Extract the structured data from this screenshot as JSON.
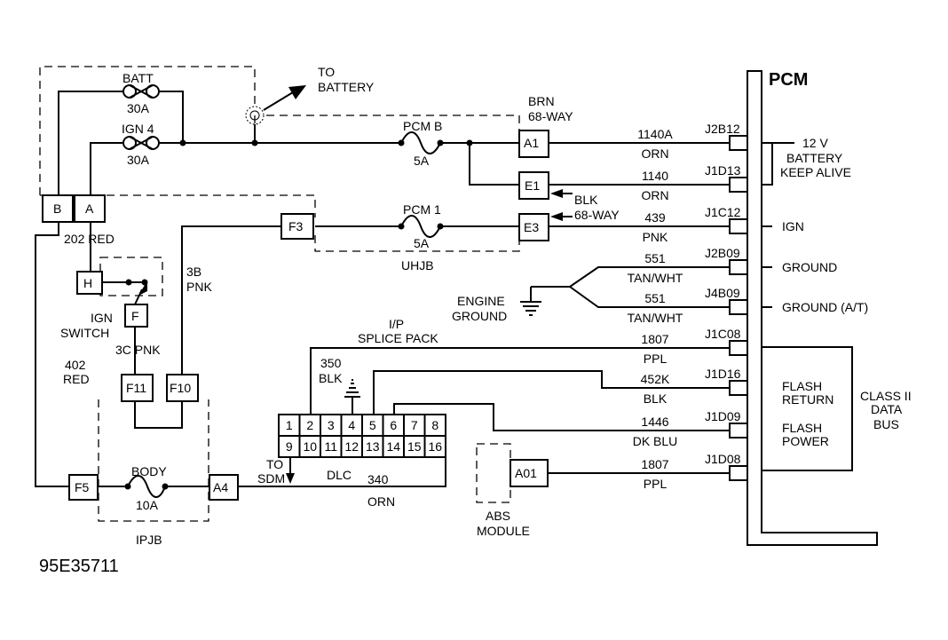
{
  "diagram": {
    "figure_id": "95E35711",
    "pcm": {
      "title": "PCM",
      "pins": [
        {
          "id": "J2B12",
          "circuit": "1140A",
          "color": "ORN"
        },
        {
          "id": "J1D13",
          "circuit": "1140",
          "color": "ORN"
        },
        {
          "id": "J1C12",
          "circuit": "439",
          "color": "PNK",
          "function": "IGN"
        },
        {
          "id": "J2B09",
          "circuit": "551",
          "color": "TAN/WHT",
          "function": "GROUND"
        },
        {
          "id": "J4B09",
          "circuit": "551",
          "color": "TAN/WHT",
          "function": "GROUND (A/T)"
        },
        {
          "id": "J1C08",
          "circuit": "1807",
          "color": "PPL"
        },
        {
          "id": "J1D16",
          "circuit": "452K",
          "color": "BLK",
          "function": "FLASH RETURN"
        },
        {
          "id": "J1D09",
          "circuit": "1446",
          "color": "DK BLU",
          "function": "FLASH POWER"
        },
        {
          "id": "J1D08",
          "circuit": "1807",
          "color": "PPL"
        }
      ],
      "battery_keep_alive": [
        "12 V",
        "BATTERY",
        "KEEP ALIVE"
      ],
      "class2_bus": [
        "CLASS II",
        "DATA",
        "BUS"
      ],
      "flash_return": [
        "FLASH",
        "RETURN"
      ],
      "flash_power": [
        "FLASH",
        "POWER"
      ]
    },
    "fuses": {
      "batt": {
        "name": "BATT",
        "rating": "30A"
      },
      "ign4": {
        "name": "IGN 4",
        "rating": "30A"
      },
      "pcmb": {
        "name": "PCM B",
        "rating": "5A"
      },
      "pcm1": {
        "name": "PCM 1",
        "rating": "5A"
      },
      "body": {
        "name": "BODY",
        "rating": "10A"
      }
    },
    "labels": {
      "to_battery": [
        "TO",
        "BATTERY"
      ],
      "brn_68way": [
        "BRN",
        "68-WAY"
      ],
      "blk_68way": [
        "BLK",
        "68-WAY"
      ],
      "uhjb": "UHJB",
      "ipjb": "IPJB",
      "engine_ground": [
        "ENGINE",
        "GROUND"
      ],
      "ign_switch": [
        "IGN",
        "SWITCH"
      ],
      "wire_202": "202 RED",
      "wire_3b": [
        "3B",
        "PNK"
      ],
      "wire_3c": "3C  PNK",
      "wire_402": [
        "402",
        "RED"
      ],
      "splice_pack": [
        "I/P",
        "SPLICE PACK"
      ],
      "wire_350": [
        "350",
        "BLK"
      ],
      "dlc": "DLC",
      "to_sdm": [
        "TO",
        "SDM"
      ],
      "wire_340": [
        "340",
        "ORN"
      ],
      "abs_module": [
        "ABS",
        "MODULE"
      ]
    },
    "connectors": {
      "B": "B",
      "A": "A",
      "H": "H",
      "F": "F",
      "F3": "F3",
      "F11": "F11",
      "F10": "F10",
      "F5": "F5",
      "A4": "A4",
      "A1": "A1",
      "E1": "E1",
      "E3": "E3",
      "A01": "A01"
    },
    "dlc_pins": [
      "1",
      "2",
      "3",
      "4",
      "5",
      "6",
      "7",
      "8",
      "9",
      "10",
      "11",
      "12",
      "13",
      "14",
      "15",
      "16"
    ]
  }
}
